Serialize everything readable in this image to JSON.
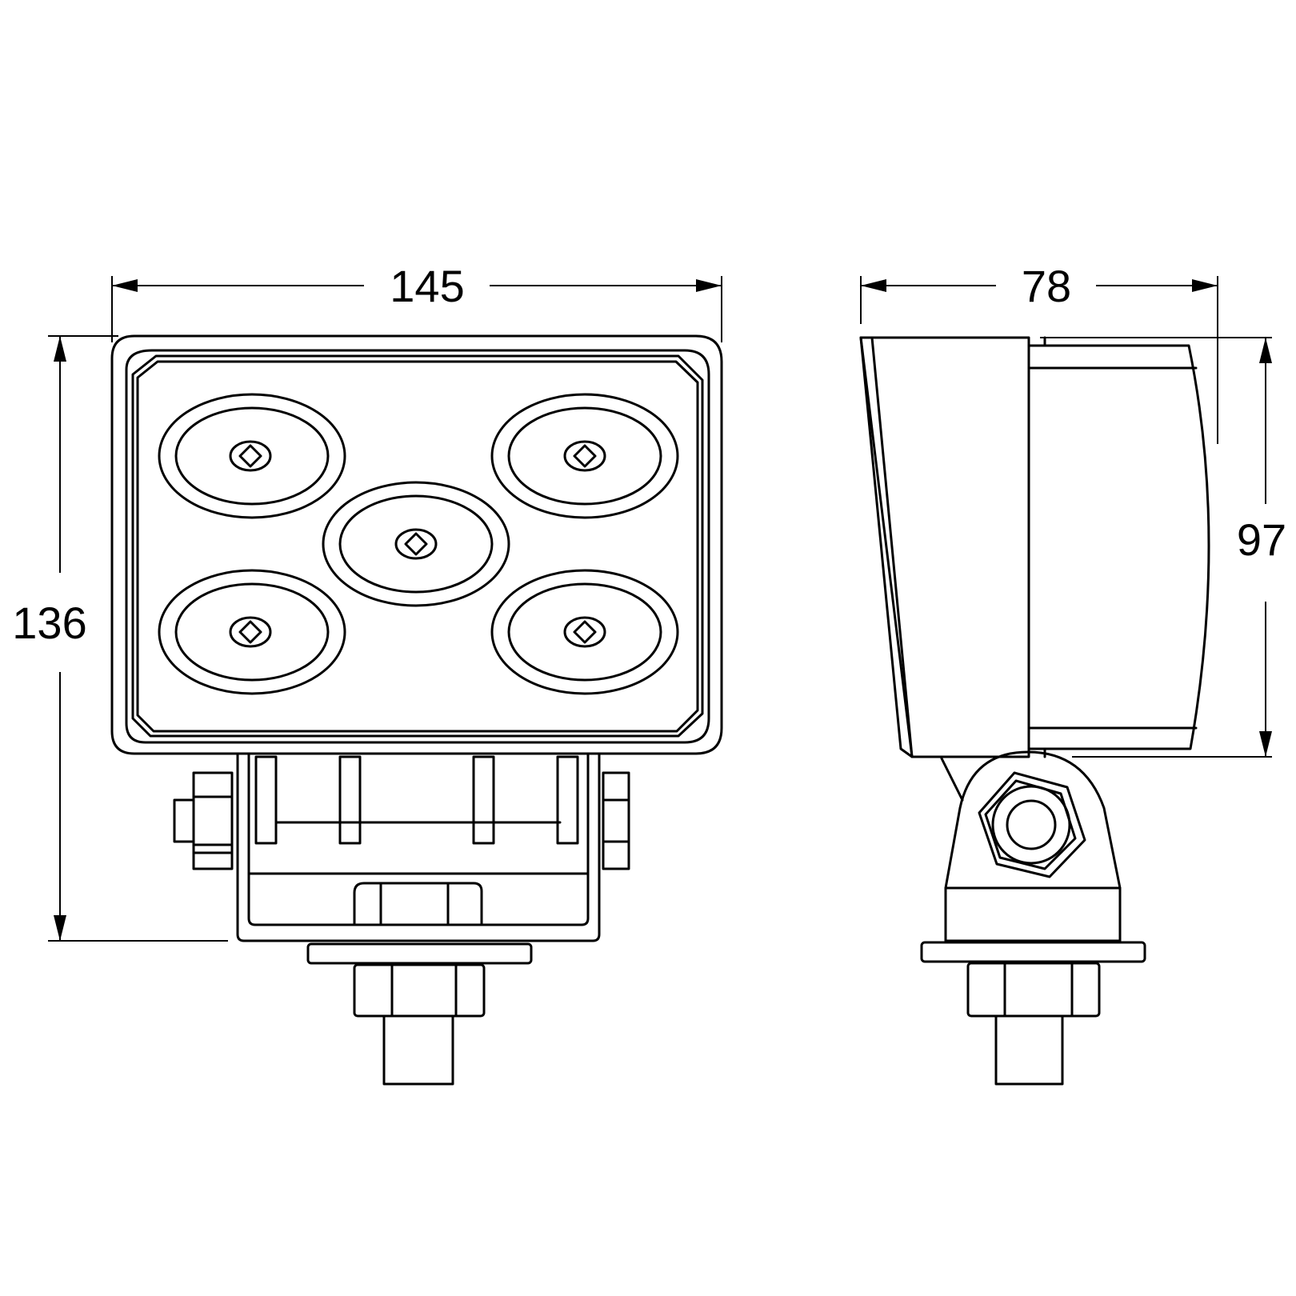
{
  "dimensions": {
    "front_width": "145",
    "front_height": "136",
    "side_depth": "78",
    "side_height": "97"
  },
  "colors": {
    "stroke": "#000000",
    "background": "#ffffff"
  },
  "led_count": 5
}
